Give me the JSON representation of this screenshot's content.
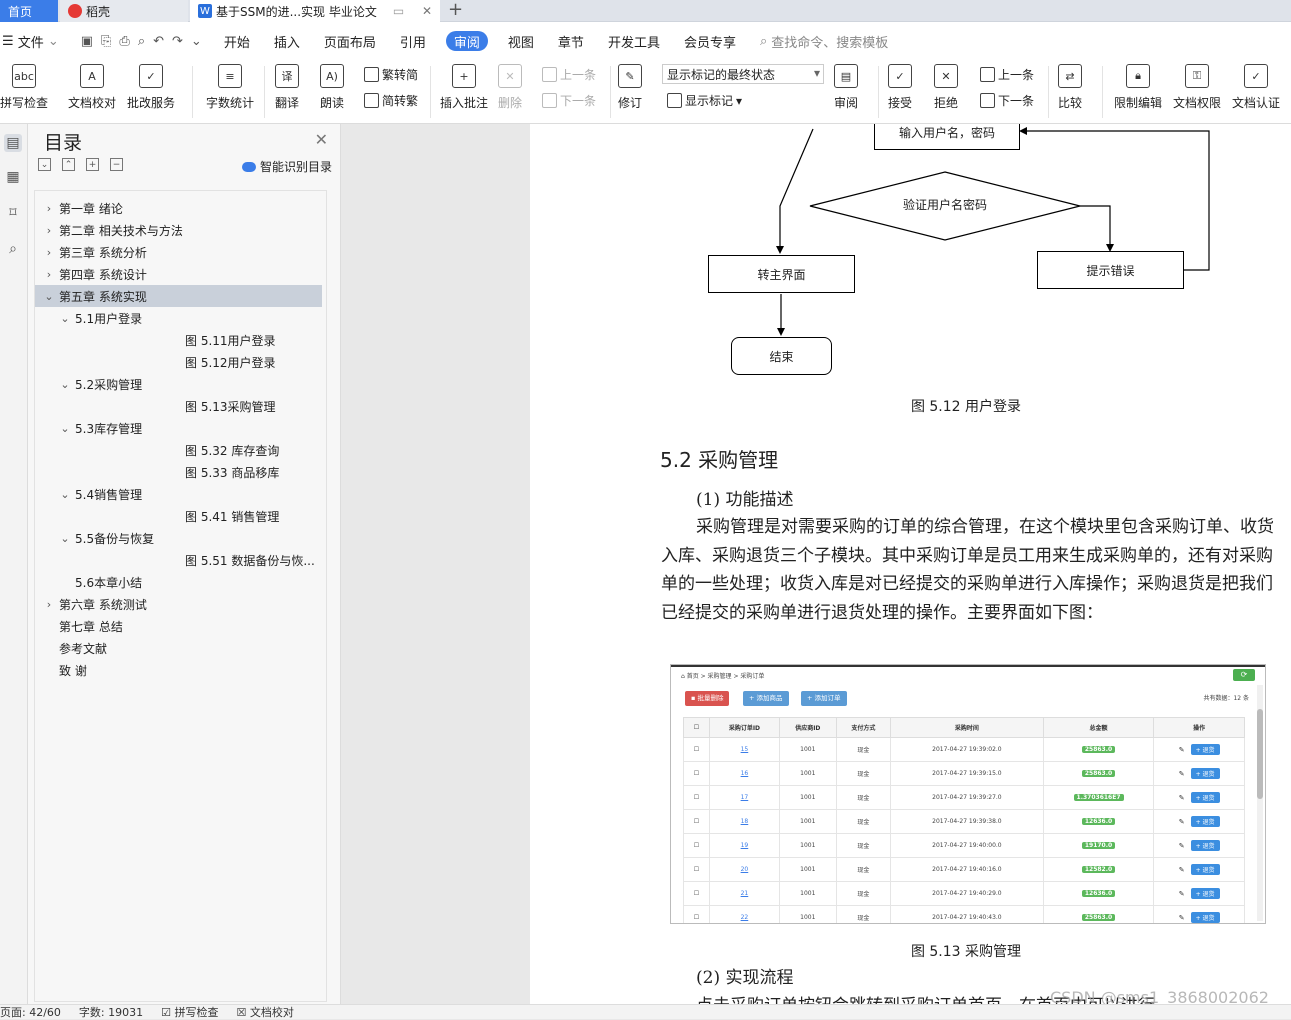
{
  "tabs": {
    "home": "首页",
    "daoke": "稻壳",
    "doc": "基于SSM的进...实现 毕业论文"
  },
  "menu": {
    "file": "文件",
    "items": [
      "开始",
      "插入",
      "页面布局",
      "引用",
      "审阅",
      "视图",
      "章节",
      "开发工具",
      "会员专享"
    ],
    "active": "审阅",
    "search": "查找命令、搜索模板"
  },
  "ribbon": {
    "spell": "拼写检查",
    "proof": "文档校对",
    "batch": "批改服务",
    "wordcount": "字数统计",
    "translate": "翻译",
    "read": "朗读",
    "to_simplified": "繁转简",
    "to_traditional": "简转繁",
    "insert_comment": "插入批注",
    "delete": "删除",
    "prev": "上一条",
    "next": "下一条",
    "revise": "修订",
    "show_state": "显示标记的最终状态",
    "show_marks": "显示标记",
    "review": "审阅",
    "accept": "接受",
    "reject": "拒绝",
    "prev2": "上一条",
    "next2": "下一条",
    "compare": "比较",
    "restrict": "限制编辑",
    "permission": "文档权限",
    "certify": "文档认证"
  },
  "toc": {
    "title": "目录",
    "smart": "智能识别目录",
    "items": [
      {
        "label": "第一章  绪论",
        "level": 1,
        "expander": "›",
        "selected": false
      },
      {
        "label": "第二章  相关技术与方法",
        "level": 1,
        "expander": "›",
        "selected": false
      },
      {
        "label": "第三章  系统分析",
        "level": 1,
        "expander": "›",
        "selected": false
      },
      {
        "label": "第四章  系统设计",
        "level": 1,
        "expander": "›",
        "selected": false
      },
      {
        "label": "第五章  系统实现",
        "level": 1,
        "expander": "⌄",
        "selected": true
      },
      {
        "label": "5.1用户登录",
        "level": 2,
        "expander": "⌄",
        "selected": false
      },
      {
        "label": "图 5.11用户登录",
        "level": 3,
        "expander": "",
        "selected": false
      },
      {
        "label": "图 5.12用户登录",
        "level": 3,
        "expander": "",
        "selected": false
      },
      {
        "label": "5.2采购管理",
        "level": 2,
        "expander": "⌄",
        "selected": false
      },
      {
        "label": "图 5.13采购管理",
        "level": 3,
        "expander": "",
        "selected": false
      },
      {
        "label": "5.3库存管理",
        "level": 2,
        "expander": "⌄",
        "selected": false
      },
      {
        "label": "图 5.32 库存查询",
        "level": 3,
        "expander": "",
        "selected": false
      },
      {
        "label": "图 5.33 商品移库",
        "level": 3,
        "expander": "",
        "selected": false
      },
      {
        "label": "5.4销售管理",
        "level": 2,
        "expander": "⌄",
        "selected": false
      },
      {
        "label": "图 5.41  销售管理",
        "level": 3,
        "expander": "",
        "selected": false
      },
      {
        "label": "5.5备份与恢复",
        "level": 2,
        "expander": "⌄",
        "selected": false
      },
      {
        "label": "图 5.51  数据备份与恢...",
        "level": 3,
        "expander": "",
        "selected": false
      },
      {
        "label": "5.6本章小结",
        "level": 2,
        "expander": "",
        "selected": false
      },
      {
        "label": "第六章  系统测试",
        "level": 1,
        "expander": "›",
        "selected": false
      },
      {
        "label": "第七章  总结",
        "level": 1,
        "expander": "",
        "selected": false
      },
      {
        "label": "参考文献",
        "level": 1,
        "expander": "",
        "selected": false
      },
      {
        "label": "致    谢",
        "level": 1,
        "expander": "",
        "selected": false
      }
    ]
  },
  "doc": {
    "flow": {
      "input": "输入用户名，密码",
      "verify": "验证用户名密码",
      "main": "转主界面",
      "error": "提示错误",
      "end": "结束"
    },
    "fig512": "图 5.12  用户登录",
    "h_52": "5.2  采购管理",
    "sub1": "(1)  功能描述",
    "para1": "采购管理是对需要采购的订单的综合管理，在这个模块里包含采购订单、收货入库、采购退货三个子模块。其中采购订单是员工用来生成采购单的，还有对采购单的一些处理；收货入库是对已经提交的采购单进行入库操作；采购退货是把我们已经提交的采购单进行退货处理的操作。主要界面如下图：",
    "fig513": "图 5.13  采购管理",
    "sub2": "(2)  实现流程",
    "para2": "点击采购订单按钮会跳转到采购订单首页，在首页中可以进行"
  },
  "shot": {
    "breadcrumb": "⌂ 首页  >  采购管理  >  采购订单",
    "btn_batch_delete": "批量删除",
    "btn_add_goods": "+ 添加商品",
    "btn_add_order": "+ 添加订单",
    "total": "共有数据：12 条",
    "headers": [
      "",
      "采购订单ID",
      "供应商ID",
      "支付方式",
      "采购时间",
      "总金额",
      "操作"
    ],
    "rows": [
      {
        "id": "15",
        "supplier": "1001",
        "pay": "现金",
        "time": "2017-04-27 19:39:02.0",
        "amount": "25863.0"
      },
      {
        "id": "16",
        "supplier": "1001",
        "pay": "现金",
        "time": "2017-04-27 19:39:15.0",
        "amount": "25863.0"
      },
      {
        "id": "17",
        "supplier": "1001",
        "pay": "现金",
        "time": "2017-04-27 19:39:27.0",
        "amount": "1.3703616E7"
      },
      {
        "id": "18",
        "supplier": "1001",
        "pay": "现金",
        "time": "2017-04-27 19:39:38.0",
        "amount": "12636.0"
      },
      {
        "id": "19",
        "supplier": "1001",
        "pay": "现金",
        "time": "2017-04-27 19:40:00.0",
        "amount": "19170.0"
      },
      {
        "id": "20",
        "supplier": "1001",
        "pay": "现金",
        "time": "2017-04-27 19:40:16.0",
        "amount": "12582.0"
      },
      {
        "id": "21",
        "supplier": "1001",
        "pay": "现金",
        "time": "2017-04-27 19:40:29.0",
        "amount": "12636.0"
      },
      {
        "id": "22",
        "supplier": "1001",
        "pay": "现金",
        "time": "2017-04-27 19:40:43.0",
        "amount": "25863.0"
      }
    ],
    "op_label": "+ 退货"
  },
  "status": {
    "page": "页面: 42/60",
    "words": "字数: 19031",
    "spell": "拼写检查",
    "proof": "文档校对"
  },
  "watermark": "CSDN @sms1_3868002062",
  "colors": {
    "accent": "#3b7de8",
    "badge": "#5cb85c",
    "danger": "#d9534f",
    "info": "#5b9bd5"
  }
}
